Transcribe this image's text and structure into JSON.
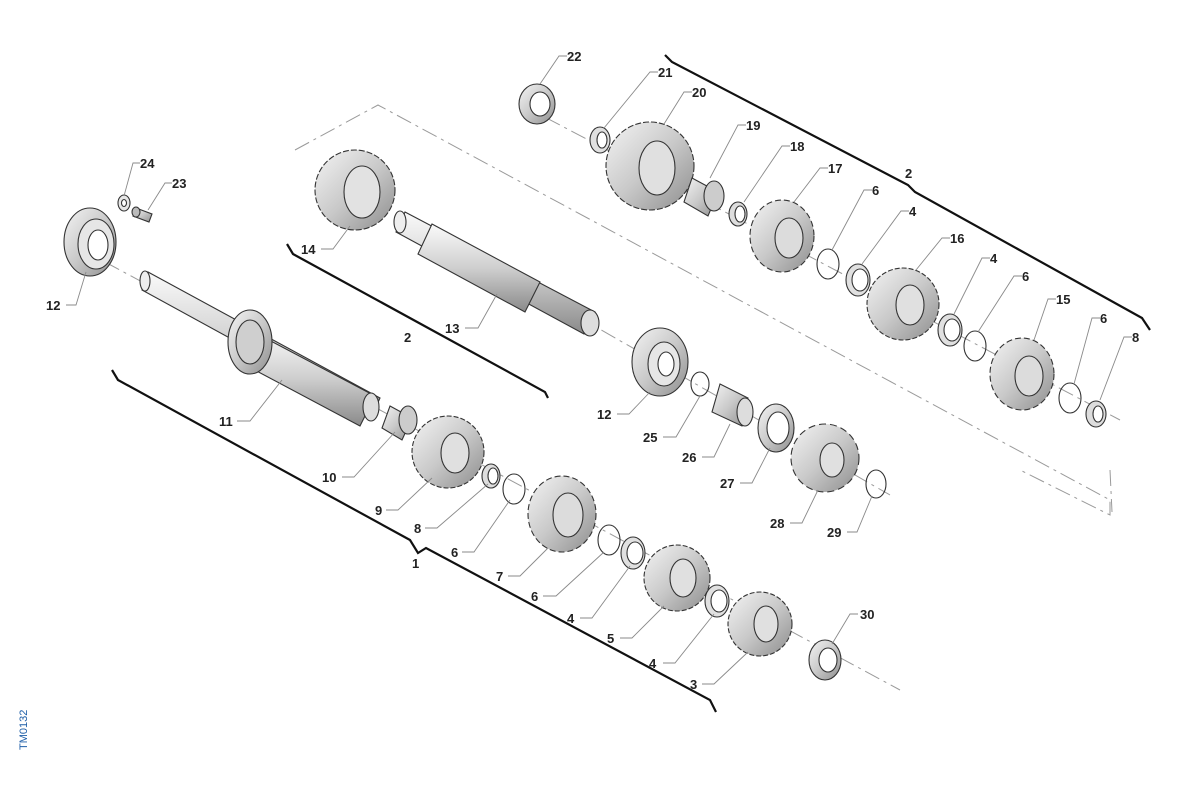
{
  "figure_id": "TM0132",
  "callouts": [
    {
      "number": "1"
    },
    {
      "number": "2"
    },
    {
      "number": "2"
    },
    {
      "number": "3"
    },
    {
      "number": "4"
    },
    {
      "number": "4"
    },
    {
      "number": "4"
    },
    {
      "number": "4"
    },
    {
      "number": "5"
    },
    {
      "number": "6"
    },
    {
      "number": "6"
    },
    {
      "number": "6"
    },
    {
      "number": "6"
    },
    {
      "number": "6"
    },
    {
      "number": "7"
    },
    {
      "number": "8"
    },
    {
      "number": "8"
    },
    {
      "number": "9"
    },
    {
      "number": "10"
    },
    {
      "number": "11"
    },
    {
      "number": "12"
    },
    {
      "number": "12"
    },
    {
      "number": "13"
    },
    {
      "number": "14"
    },
    {
      "number": "15"
    },
    {
      "number": "16"
    },
    {
      "number": "17"
    },
    {
      "number": "18"
    },
    {
      "number": "19"
    },
    {
      "number": "20"
    },
    {
      "number": "21"
    },
    {
      "number": "22"
    },
    {
      "number": "23"
    },
    {
      "number": "24"
    },
    {
      "number": "25"
    },
    {
      "number": "26"
    },
    {
      "number": "27"
    },
    {
      "number": "28"
    },
    {
      "number": "29"
    },
    {
      "number": "30"
    }
  ]
}
